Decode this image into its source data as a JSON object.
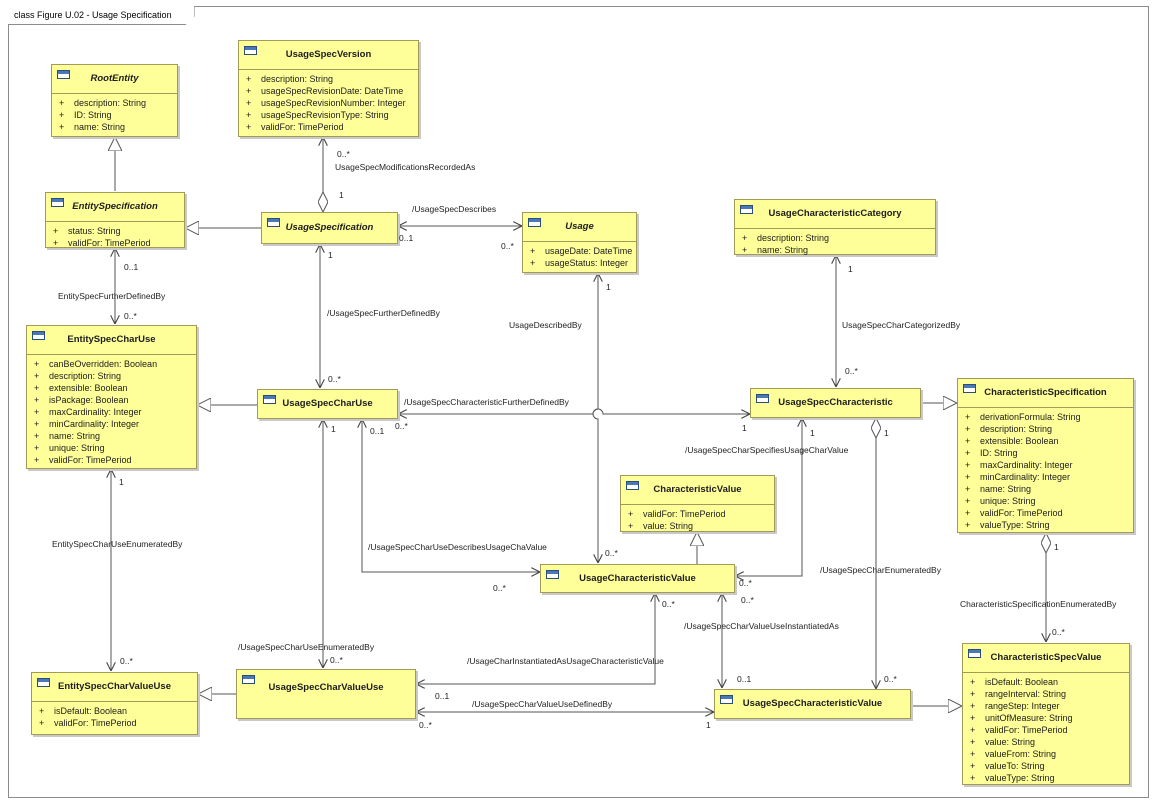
{
  "diagram": {
    "title": "class Figure U.02 - Usage Specification",
    "classes": {
      "rootEntity": {
        "name": "RootEntity",
        "attributes": [
          "description: String",
          "ID: String",
          "name: String"
        ]
      },
      "entitySpecification": {
        "name": "EntitySpecification",
        "attributes": [
          "status: String",
          "validFor: TimePeriod"
        ]
      },
      "usageSpecVersion": {
        "name": "UsageSpecVersion",
        "attributes": [
          "description: String",
          "usageSpecRevisionDate: DateTime",
          "usageSpecRevisionNumber: Integer",
          "usageSpecRevisionType: String",
          "validFor: TimePeriod"
        ]
      },
      "usageSpecification": {
        "name": "UsageSpecification",
        "attributes": []
      },
      "usage": {
        "name": "Usage",
        "attributes": [
          "usageDate: DateTime",
          "usageStatus: Integer"
        ]
      },
      "usageCharacteristicCategory": {
        "name": "UsageCharacteristicCategory",
        "attributes": [
          "description: String",
          "name: String"
        ]
      },
      "entitySpecCharUse": {
        "name": "EntitySpecCharUse",
        "attributes": [
          "canBeOverridden: Boolean",
          "description: String",
          "extensible: Boolean",
          "isPackage: Boolean",
          "maxCardinality: Integer",
          "minCardinality: Integer",
          "name: String",
          "unique: String",
          "validFor: TimePeriod"
        ]
      },
      "usageSpecCharUse": {
        "name": "UsageSpecCharUse",
        "attributes": []
      },
      "usageSpecCharacteristic": {
        "name": "UsageSpecCharacteristic",
        "attributes": []
      },
      "characteristicSpecification": {
        "name": "CharacteristicSpecification",
        "attributes": [
          "derivationFormula: String",
          "description: String",
          "extensible: Boolean",
          "ID: String",
          "maxCardinality: Integer",
          "minCardinality: Integer",
          "name: String",
          "unique: String",
          "validFor: TimePeriod",
          "valueType: String"
        ]
      },
      "characteristicValue": {
        "name": "CharacteristicValue",
        "attributes": [
          "validFor: TimePeriod",
          "value: String"
        ]
      },
      "usageCharacteristicValue": {
        "name": "UsageCharacteristicValue",
        "attributes": []
      },
      "entitySpecCharValueUse": {
        "name": "EntitySpecCharValueUse",
        "attributes": [
          "isDefault: Boolean",
          "validFor: TimePeriod"
        ]
      },
      "usageSpecCharValueUse": {
        "name": "UsageSpecCharValueUse",
        "attributes": []
      },
      "usageSpecCharacteristicValue": {
        "name": "UsageSpecCharacteristicValue",
        "attributes": []
      },
      "characteristicSpecValue": {
        "name": "CharacteristicSpecValue",
        "attributes": [
          "isDefault: Boolean",
          "rangeInterval: String",
          "rangeStep: Integer",
          "unitOfMeasure: String",
          "validFor: TimePeriod",
          "value: String",
          "valueFrom: String",
          "valueTo: String",
          "valueType: String"
        ]
      }
    },
    "associations": {
      "modificationsRecorded": "UsageSpecModificationsRecordedAs",
      "specDescribes": "/UsageSpecDescribes",
      "entitySpecFurtherDefined": "EntitySpecFurtherDefinedBy",
      "usageSpecFurtherDefined": "/UsageSpecFurtherDefinedBy",
      "usageDescribedBy": "UsageDescribedBy",
      "charCategorizedBy": "UsageSpecCharCategorizedBy",
      "charFurtherDefined": "/UsageSpecCharacteristicFurtherDefinedBy",
      "charSpecifiesValue": "/UsageSpecCharSpecifiesUsageCharValue",
      "charUseEnumeratedBy": "EntitySpecCharUseEnumeratedBy",
      "charUseDescribes": "/UsageSpecCharUseDescribesUsageChaValue",
      "usageSpecCharEnumerated": "/UsageSpecCharEnumeratedBy",
      "charSpecEnumerated": "CharacteristicSpecificationEnumeratedBy",
      "charUseValueEnumerated": "/UsageSpecCharUseEnumeratedBy",
      "charInstantiated": "/UsageCharInstantiatedAsUsageCharacteristicValue",
      "valueUseInstantiated": "/UsageSpecCharValueUseInstantiatedAs",
      "valueUseDefinedBy": "/UsageSpecCharValueUseDefinedBy"
    },
    "multiplicities": {
      "zeroMany": "0..*",
      "zeroOne": "0..1",
      "one": "1"
    },
    "visibility": "+"
  }
}
